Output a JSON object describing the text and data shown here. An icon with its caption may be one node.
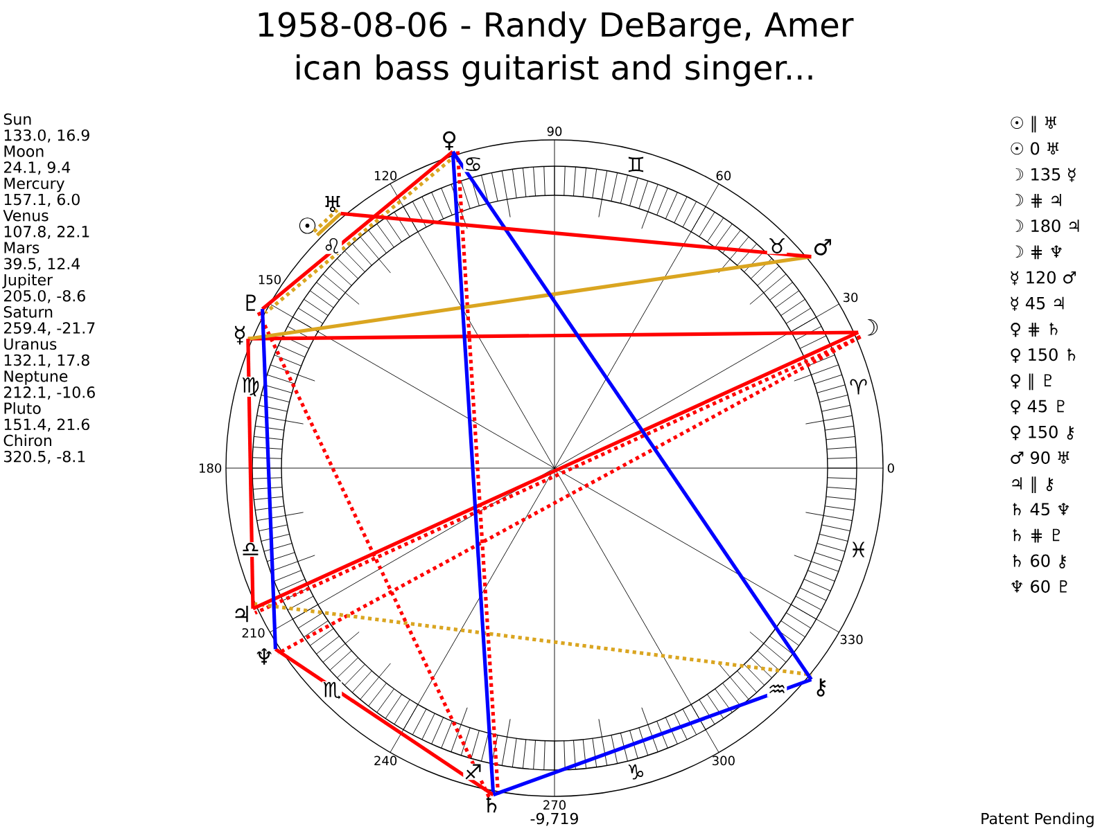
{
  "diagram": {
    "title": "1958-08-06 - Randy DeBarge, Amer ican bass guitarist and singer...",
    "nodes": [
      {
        "text": [
          "☉"
        ]
      },
      {
        "text": [
          "☽"
        ]
      },
      {
        "text": [
          "☿"
        ]
      },
      {
        "text": [
          "♀"
        ]
      },
      {
        "text": [
          "♂"
        ]
      },
      {
        "text": [
          "♃"
        ]
      },
      {
        "text": [
          "♄"
        ]
      },
      {
        "text": [
          "♅"
        ]
      },
      {
        "text": [
          "♆"
        ]
      },
      {
        "text": [
          "♇"
        ]
      },
      {
        "text": [
          "⚷"
        ]
      }
    ],
    "edges": [
      {
        "from": 0,
        "to": 7,
        "arrow": "none",
        "style": "dashed",
        "color": "#daa520"
      },
      {
        "from": 0,
        "to": 7,
        "arrow": "none",
        "color": "#daa520"
      },
      {
        "from": 1,
        "to": 2,
        "arrow": "none"
      },
      {
        "from": 1,
        "to": 5,
        "arrow": "none",
        "style": "dashed"
      },
      {
        "from": 1,
        "to": 5,
        "arrow": "none"
      },
      {
        "from": 1,
        "to": 8,
        "arrow": "none",
        "style": "dashed"
      },
      {
        "from": 2,
        "to": 4,
        "arrow": "none",
        "color": "#daa520"
      },
      {
        "from": 2,
        "to": 5,
        "arrow": "none"
      },
      {
        "from": 3,
        "to": 6,
        "arrow": "none",
        "style": "dashed"
      },
      {
        "from": 3,
        "to": 6,
        "arrow": "none",
        "color": "#0000ff"
      },
      {
        "from": 3,
        "to": 9,
        "arrow": "none",
        "style": "dashed",
        "color": "#daa520"
      },
      {
        "from": 3,
        "to": 9,
        "arrow": "none"
      },
      {
        "from": 3,
        "to": 10,
        "arrow": "none",
        "color": "#0000ff"
      },
      {
        "from": 4,
        "to": 7,
        "arrow": "none"
      },
      {
        "from": 5,
        "to": 10,
        "arrow": "none",
        "style": "dashed",
        "color": "#daa520"
      },
      {
        "from": 6,
        "to": 8,
        "arrow": "none"
      },
      {
        "from": 6,
        "to": 9,
        "arrow": "none",
        "style": "dashed"
      },
      {
        "from": 6,
        "to": 10,
        "arrow": "none",
        "color": "#0000ff"
      },
      {
        "from": 8,
        "to": 9,
        "arrow": "none",
        "color": "#0000ff"
      }
    ],
    "labels": [
      "Sun",
      "133.0, 16.9",
      "Moon",
      "24.1, 9.4",
      "Mercury",
      "157.1, 6.0",
      "Venus",
      "107.8, 22.1",
      "Mars",
      "39.5, 12.4",
      "Jupiter",
      "205.0, -8.6",
      "Saturn",
      "259.4, -21.7",
      "Uranus",
      "132.1, 17.8",
      "Neptune",
      "212.1, -10.6",
      "Pluto",
      "151.4, 21.6",
      "Chiron",
      "320.5, -8.1",
      "☉ ∥ ♅",
      "☉ 0 ♅",
      "☽ 135 ☿",
      "☽ ⋕ ♃",
      "☽ 180 ♃",
      "☽ ⋕ ♆",
      "☿ 120 ♂",
      "☿ 45 ♃",
      "♀ ⋕ ♄",
      "♀ 150 ♄",
      "♀ ∥ ♇",
      "♀ 45 ♇",
      "♀ 150 ⚷",
      "♂ 90 ♅",
      "♃ ∥ ⚷",
      "♄ 45 ♆",
      "♄ ⋕ ♇",
      "♄ 60 ⚷",
      "♆ 60 ♇",
      "90",
      "60",
      "30",
      "0",
      "330",
      "300",
      "270",
      "240",
      "210",
      "180",
      "150",
      "120",
      "♈",
      "♉",
      "♊",
      "♋",
      "♌",
      "♍",
      "♎",
      "♏",
      "♐",
      "♑",
      "♒",
      "♓",
      "-9,719",
      "Patent Pending"
    ]
  }
}
